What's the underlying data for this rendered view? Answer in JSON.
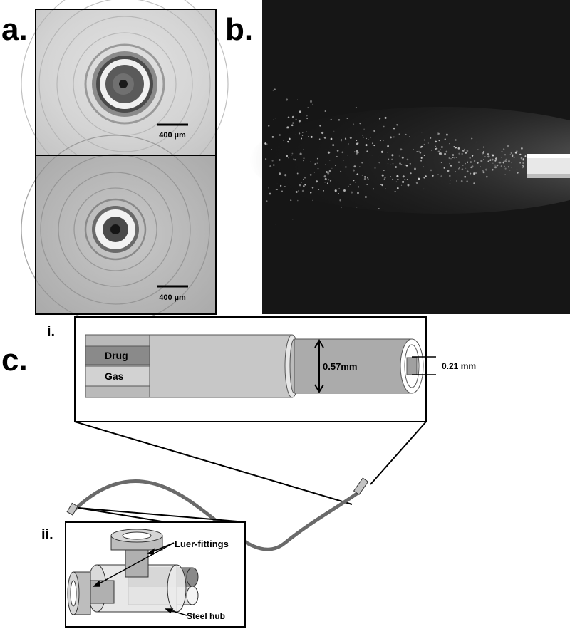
{
  "panels": {
    "a": {
      "label": "a.",
      "scale_bars": [
        "400 µm",
        "400 µm"
      ]
    },
    "b": {
      "label": "b."
    },
    "c": {
      "label": "c.",
      "inset_i": {
        "label": "i.",
        "channel_labels": [
          "Drug",
          "Gas"
        ],
        "outer_diameter": "0.57mm",
        "inner_diameter": "0.21 mm"
      },
      "inset_ii": {
        "label": "ii.",
        "callouts": [
          "Luer-fittings",
          "Steel hub"
        ]
      }
    }
  }
}
